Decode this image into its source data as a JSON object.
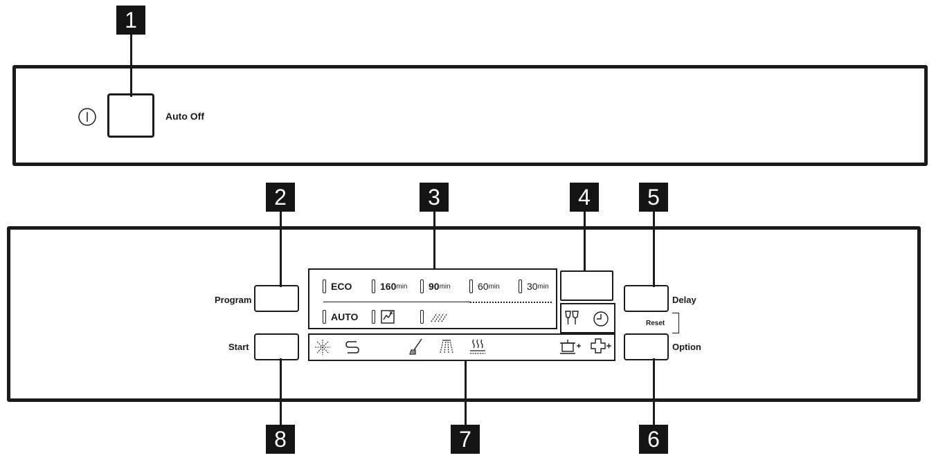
{
  "callouts": [
    "1",
    "2",
    "3",
    "4",
    "5",
    "6",
    "7",
    "8"
  ],
  "top_panel": {
    "auto_off_label": "Auto Off",
    "power_icon": "on-off-icon"
  },
  "buttons": {
    "program_label": "Program",
    "start_label": "Start",
    "delay_label": "Delay",
    "option_label": "Option",
    "reset_label": "Reset"
  },
  "programs": {
    "eco": {
      "text": "ECO"
    },
    "p160": {
      "value": "160",
      "unit": "min"
    },
    "p90": {
      "value": "90",
      "unit": "min"
    },
    "p60": {
      "value": "60",
      "unit": "min"
    },
    "p30": {
      "value": "30",
      "unit": "min"
    },
    "auto": {
      "text": "AUTO"
    },
    "machine_care_icon": "machine-care-icon",
    "rinse_hold_icon": "rinse-hold-icon"
  },
  "side_icons": [
    "glass-icon",
    "clock-icon"
  ],
  "indicator_icons": [
    "snowflake-salt-icon",
    "rinse-aid-icon",
    "brush-icon",
    "spray-icon",
    "drying-icon",
    "extra-pot-icon",
    "extra-plus-icon"
  ]
}
